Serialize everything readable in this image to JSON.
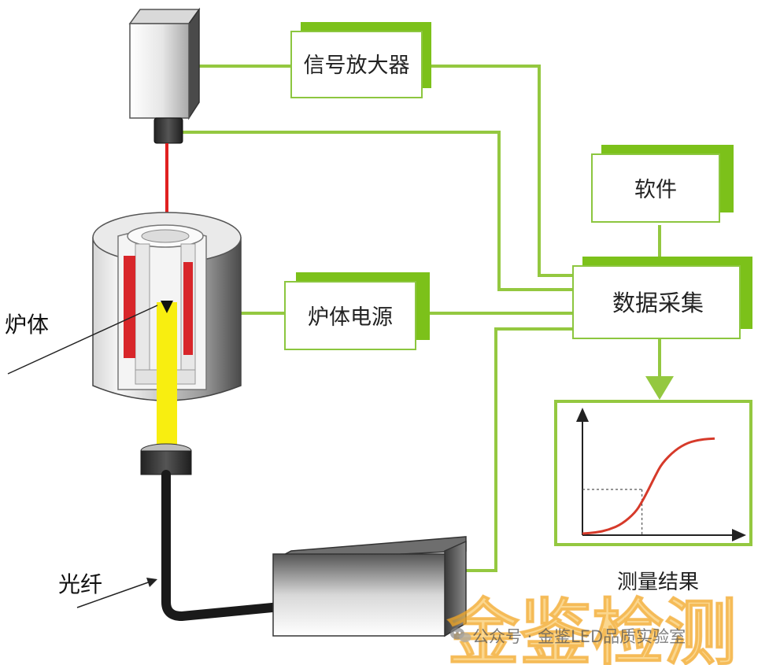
{
  "colors": {
    "link": "#94c840",
    "box_shadow": "#7cc11a",
    "box_border": "#8cc63f",
    "laser": "#e02020",
    "sample": "#f8ee10",
    "heater": "#d8262a",
    "curve": "#d63a2a"
  },
  "boxes": {
    "amplifier": "信号放大器",
    "software": "软件",
    "daq": "数据采集",
    "furnace_power": "炉体电源"
  },
  "labels": {
    "furnace": "炉体",
    "fiber": "光纤",
    "result": "测量结果"
  },
  "watermark": {
    "brand": "金鉴检测",
    "account": "公众号 · 金鉴LED品质实验室",
    "icon": "wechat-icon"
  },
  "chart_data": {
    "type": "line",
    "title": "",
    "xlabel": "",
    "ylabel": "",
    "xlim": [
      0,
      1
    ],
    "ylim": [
      0,
      1
    ],
    "grid": false,
    "series": [
      {
        "x": [
          0.0,
          0.1,
          0.2,
          0.3,
          0.4,
          0.45,
          0.5,
          0.55,
          0.6,
          0.7,
          0.8,
          0.9,
          1.0
        ],
        "y": [
          0.0,
          0.01,
          0.04,
          0.1,
          0.22,
          0.33,
          0.46,
          0.6,
          0.73,
          0.87,
          0.95,
          0.98,
          0.99
        ]
      }
    ],
    "marker": {
      "x": 0.45,
      "y": 0.46
    }
  }
}
